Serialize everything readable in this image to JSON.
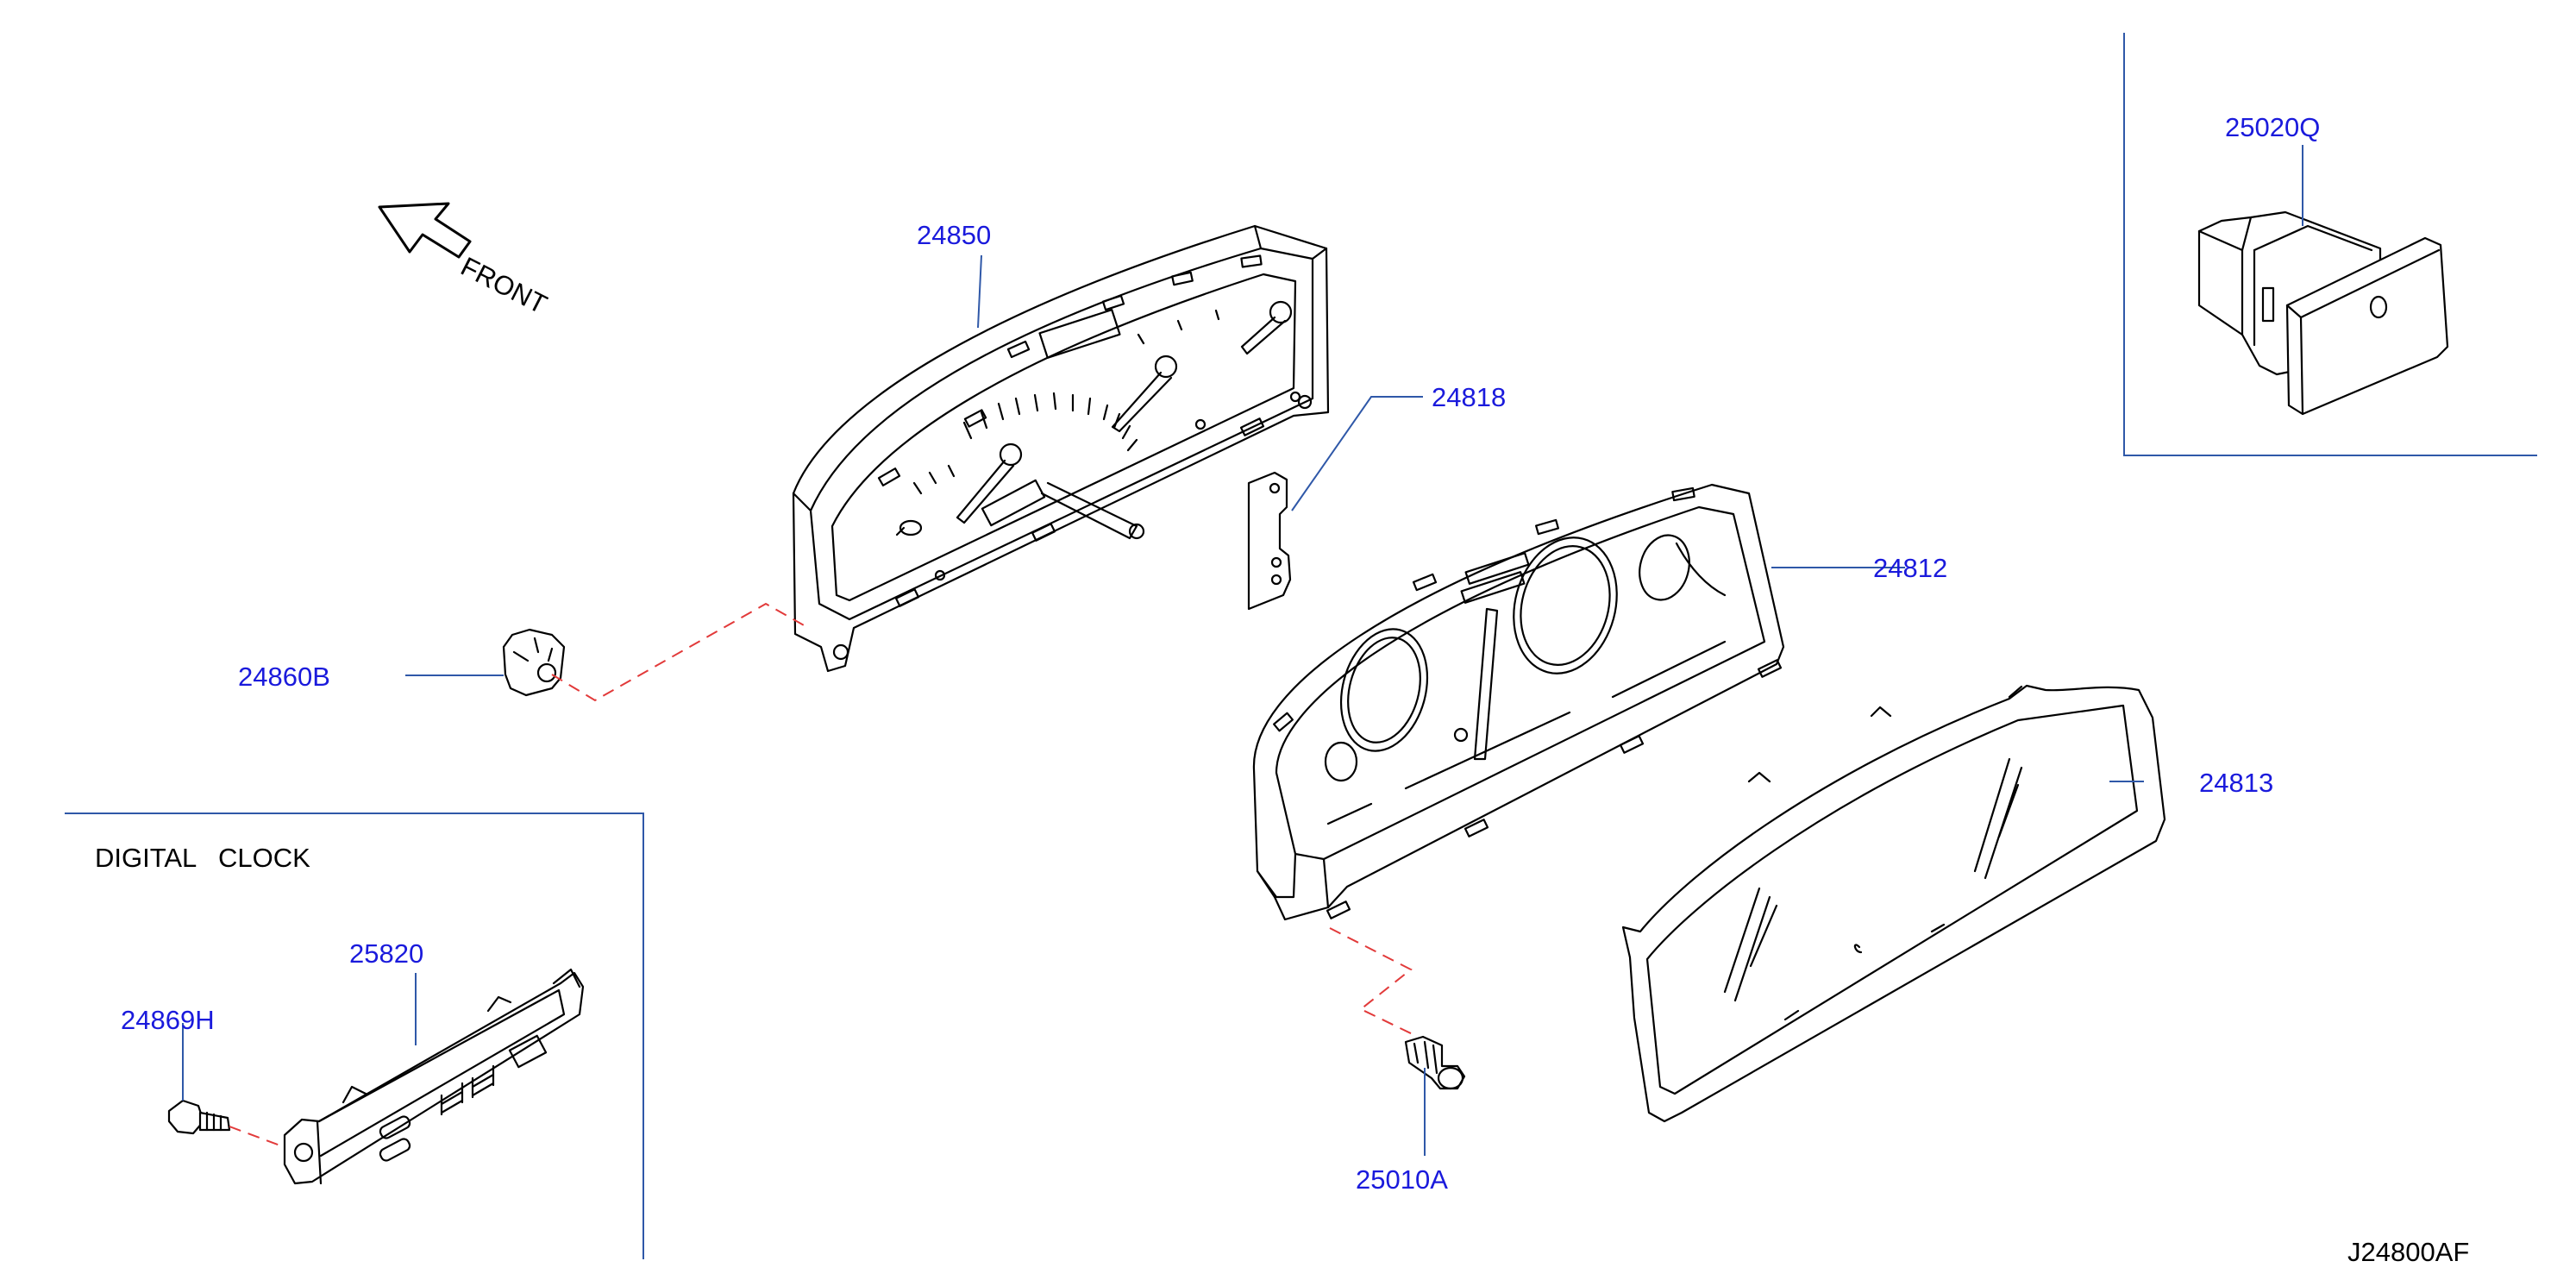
{
  "colors": {
    "callout_text": "#1a1adc",
    "leader_line": "#2f58a8",
    "dashed_line": "#e23a3a",
    "frame_line": "#2f58a8",
    "drawing": "#000000"
  },
  "orientation": {
    "label": "FRONT"
  },
  "sections": {
    "digital_clock": "DIGITAL   CLOCK"
  },
  "parts": {
    "p24850": "24850",
    "p24818": "24818",
    "p24812": "24812",
    "p24813": "24813",
    "p24860B": "24860B",
    "p25820": "25820",
    "p24869H": "24869H",
    "p25010A": "25010A",
    "p25020Q": "25020Q"
  },
  "diagram_code": "J24800AF"
}
